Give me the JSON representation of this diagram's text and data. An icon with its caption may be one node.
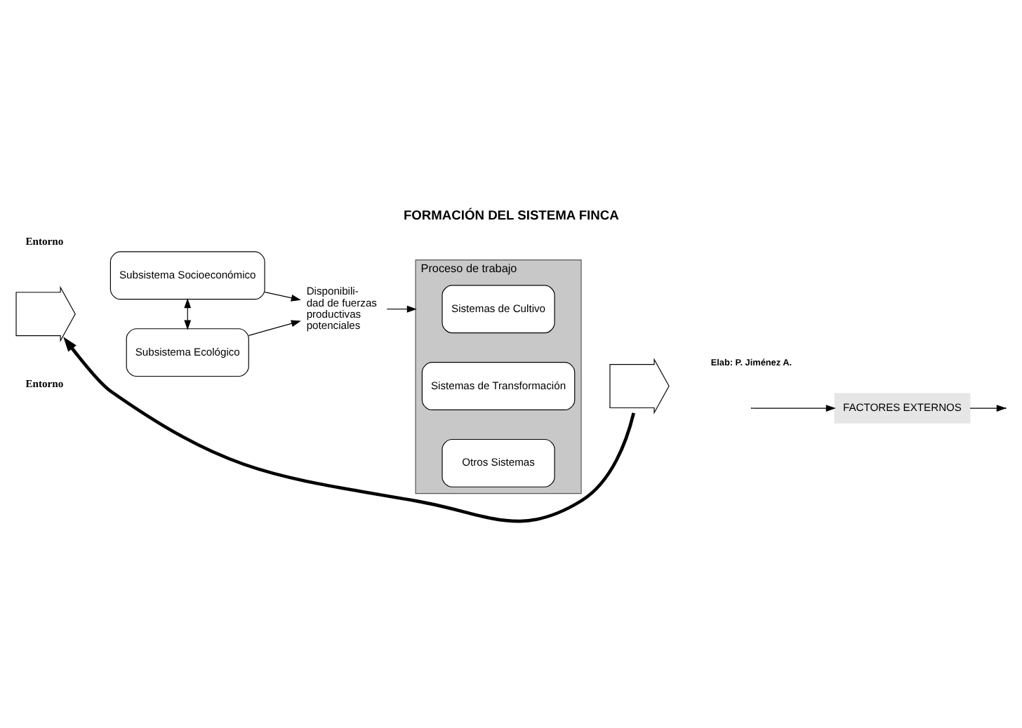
{
  "diagram": {
    "title": "FORMACIÓN DEL SISTEMA FINCA",
    "nodes": [
      {
        "text": [
          "Subsistema Socioeconómico"
        ]
      },
      {
        "text": [
          "Subsistema Ecológico"
        ]
      },
      {
        "text": [
          "Disponibili- dad de fuerzas productivas potenciales"
        ]
      },
      {
        "text": [
          "Proceso de trabajo"
        ]
      },
      {
        "text": [
          "Sistemas de Cultivo"
        ],
        "in": 3
      },
      {
        "text": [
          "Sistemas de Transformación"
        ],
        "in": 3
      },
      {
        "text": [
          "Otros Sistemas"
        ],
        "in": 3
      },
      {
        "text": [
          "FACTORES EXTERNOS"
        ]
      },
      {
        "text": [],
        "shape": "arrow"
      },
      {
        "text": [],
        "shape": "arrow"
      }
    ],
    "edges": [
      {
        "from": 0,
        "to": 1,
        "arrow": "both"
      },
      {
        "from": 0,
        "to": 2,
        "arrow": "to"
      },
      {
        "from": 1,
        "to": 2,
        "arrow": "to"
      },
      {
        "from": 2,
        "to": 3,
        "arrow": "to"
      },
      {
        "from": 9,
        "to": 8,
        "arrow": "to",
        "style": "thick"
      },
      {
        "from": null,
        "to": 7,
        "arrow": "to"
      },
      {
        "from": 7,
        "to": null,
        "arrow": "to"
      }
    ],
    "labels": [
      "Entorno",
      "Entorno",
      "Elab: P. Jiménez A."
    ]
  }
}
